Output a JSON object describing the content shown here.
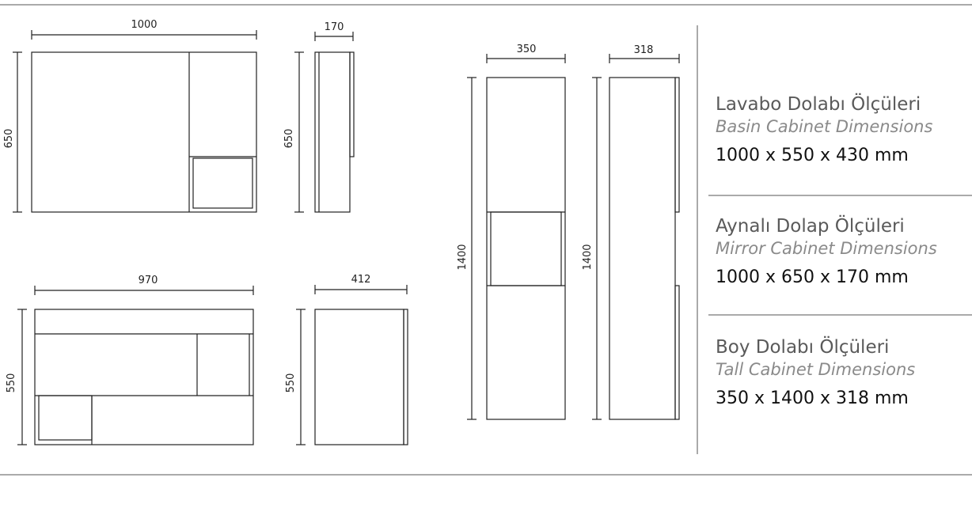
{
  "drawings": {
    "mirror_front": {
      "width": "1000",
      "height": "650"
    },
    "mirror_side": {
      "depth": "170",
      "height": "650"
    },
    "basin_front": {
      "width": "970",
      "height": "550"
    },
    "basin_side": {
      "depth": "412",
      "height": "550"
    },
    "tall_front": {
      "width": "350",
      "height": "1400"
    },
    "tall_side": {
      "depth": "318",
      "height": "1400"
    }
  },
  "specs": [
    {
      "title": "Lavabo Dolabı Ölçüleri",
      "subtitle": "Basin Cabinet Dimensions",
      "dims": "1000 x 550 x 430 mm"
    },
    {
      "title": "Aynalı Dolap Ölçüleri",
      "subtitle": "Mirror Cabinet Dimensions",
      "dims": "1000 x 650 x 170 mm"
    },
    {
      "title": "Boy Dolabı Ölçüleri",
      "subtitle": "Tall Cabinet Dimensions",
      "dims": "350 x 1400 x 318 mm"
    }
  ],
  "colors": {
    "line": "#222222",
    "rule": "#aaaaaa"
  }
}
